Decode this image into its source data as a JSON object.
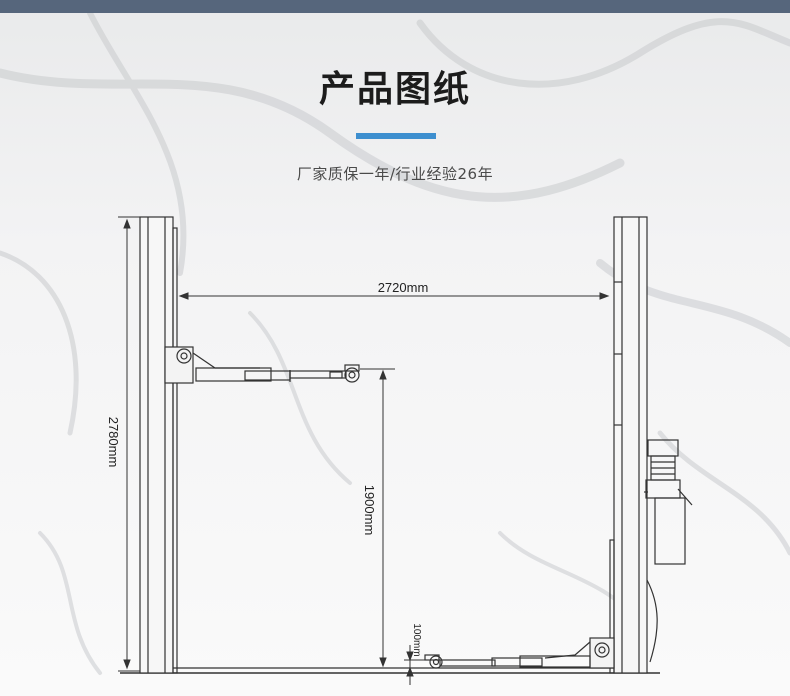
{
  "header": {
    "title": "产品图纸",
    "subtitle": "厂家质保一年/行业经验26年"
  },
  "colors": {
    "top_bar": "#56667c",
    "accent": "#3d8fcf",
    "line": "#333333"
  },
  "dimensions": {
    "column_spacing": "2720mm",
    "total_height": "2780mm",
    "lift_height": "1900mm",
    "min_height": "100mm"
  }
}
